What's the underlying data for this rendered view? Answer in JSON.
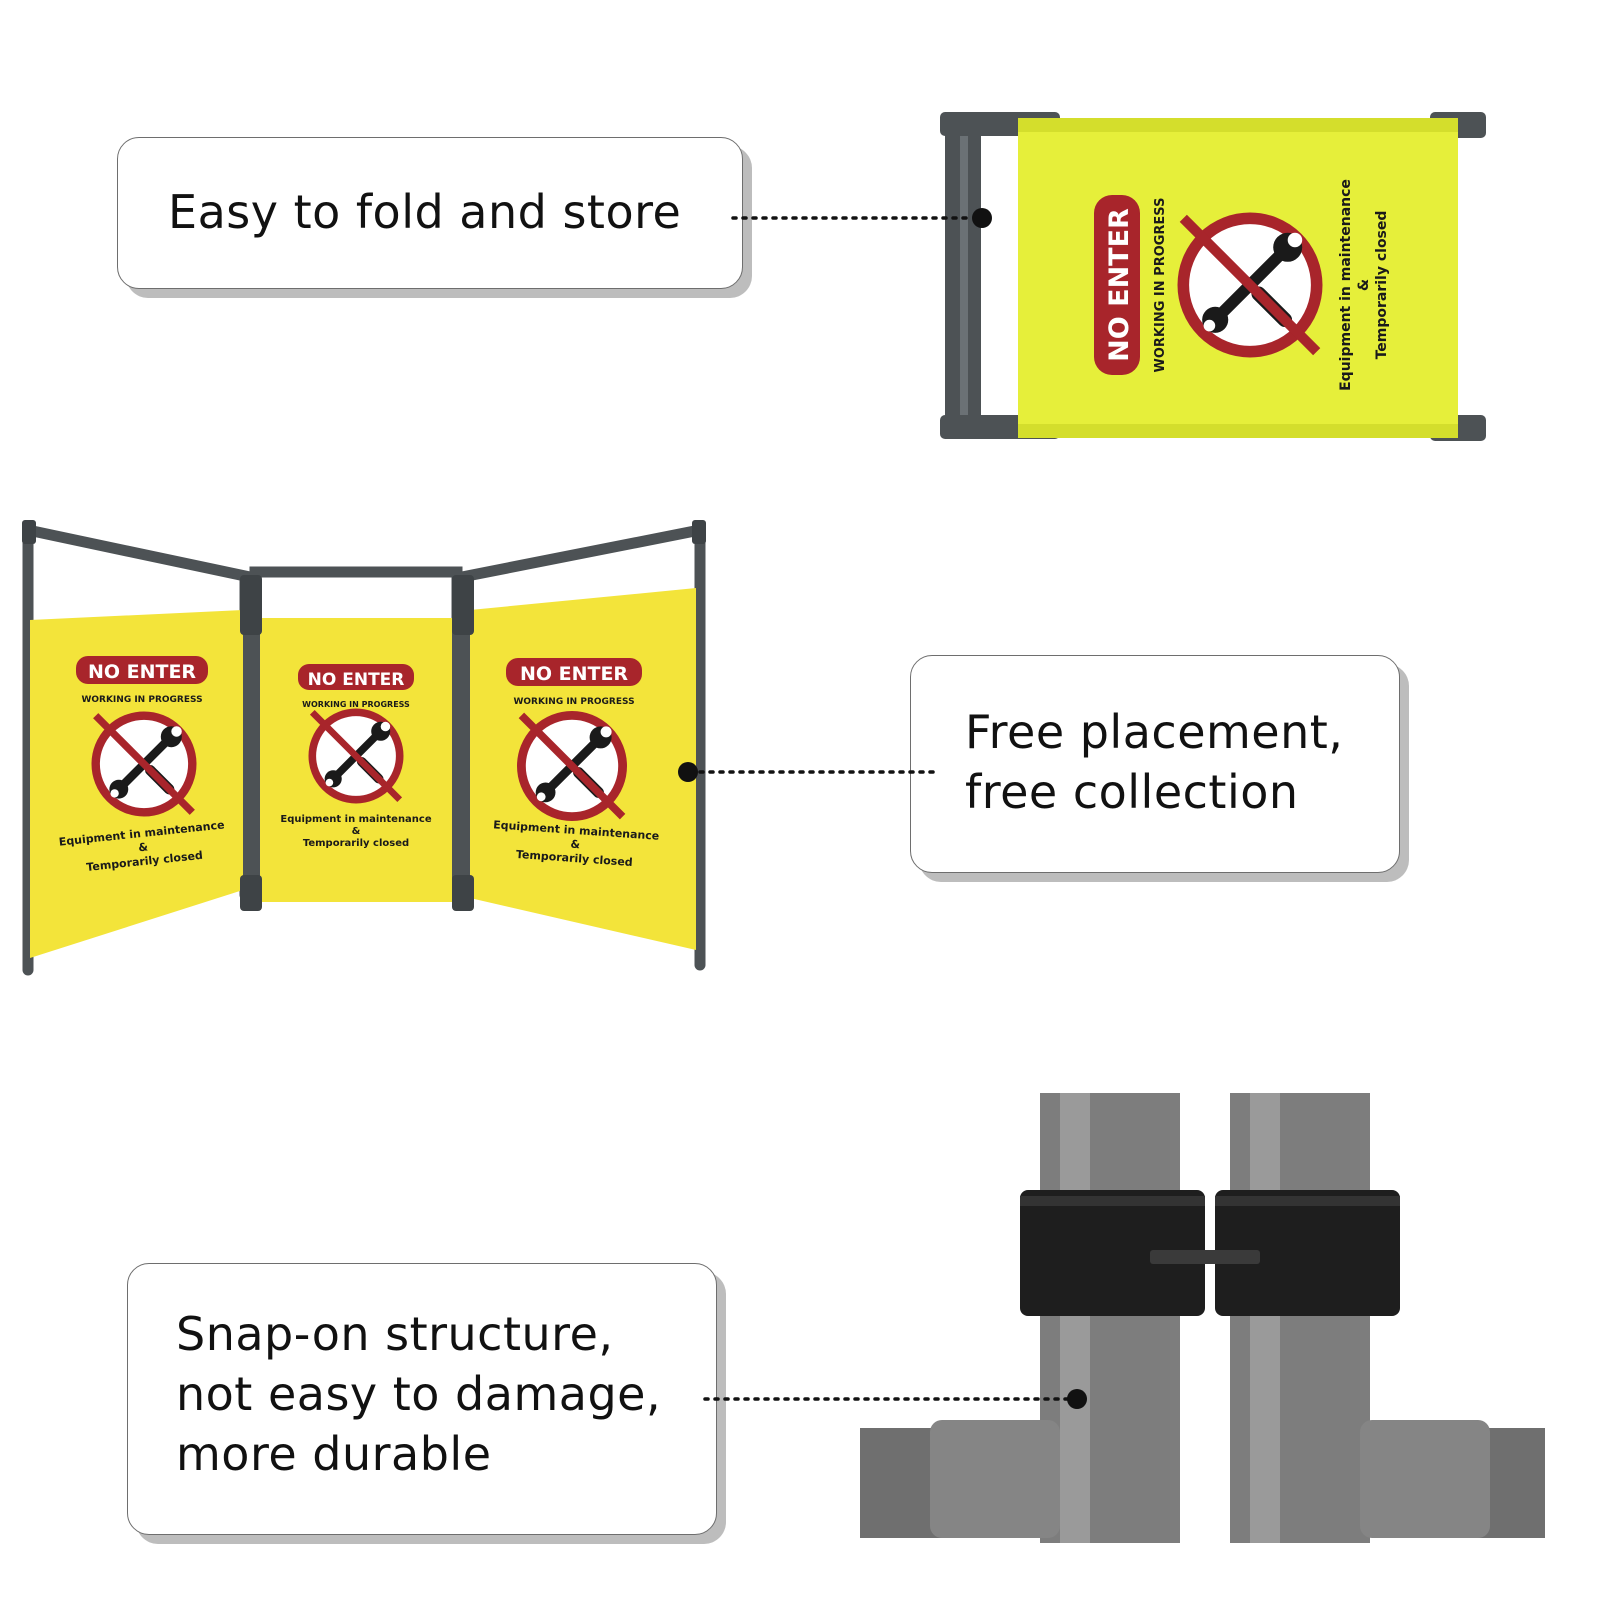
{
  "features": [
    {
      "id": "fold",
      "lines": [
        "Easy to fold and store"
      ]
    },
    {
      "id": "placement",
      "lines": [
        "Free placement,",
        "free collection"
      ]
    },
    {
      "id": "snap",
      "lines": [
        "Snap-on structure,",
        "not easy to damage,",
        "more durable"
      ]
    }
  ],
  "sign": {
    "headline": "NO ENTER",
    "subline": "WORKING IN PROGRESS",
    "footer_line1": "Equipment in maintenance",
    "footer_line2": "&",
    "footer_line3": "Temporarily closed"
  },
  "colors": {
    "banner_yellow": "#f2e23a",
    "folded_yellow": "#e6ef3a",
    "frame_gray": "#4d5255",
    "badge_red": "#a8252b",
    "pipe_gray": "#7d7d7d",
    "clip_black": "#1e1e1e"
  }
}
